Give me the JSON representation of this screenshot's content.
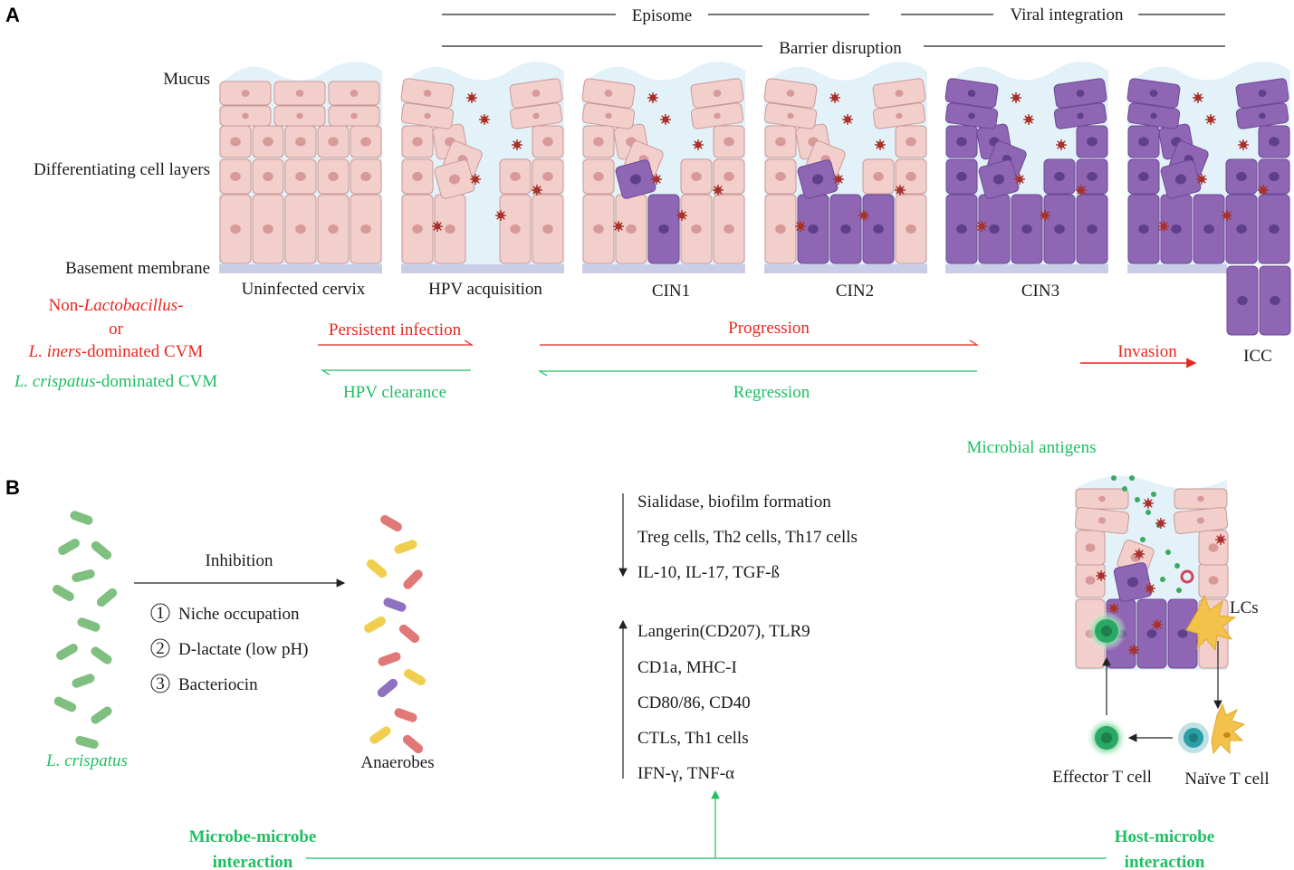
{
  "panel_a": {
    "label": "A",
    "top_bars": {
      "episome": "Episome",
      "viral_integration": "Viral integration",
      "barrier_disruption": "Barrier disruption"
    },
    "layer_labels": {
      "mucus": "Mucus",
      "differentiating": "Differentiating cell layers",
      "basement": "Basement membrane"
    },
    "stages": [
      "Uninfected cervix",
      "HPV acquisition",
      "CIN1",
      "CIN2",
      "CIN3",
      "ICC"
    ],
    "legend": {
      "non_lacto_prefix": "Non-",
      "non_lacto_italic": "Lactobacillus",
      "non_lacto_suffix": "-",
      "or": "or",
      "iners_italic": "L. iners",
      "iners_suffix": "-dominated CVM",
      "crispatus_italic": "L. crispatus",
      "crispatus_suffix": "-dominated CVM"
    },
    "arrows": {
      "persistent": "Persistent infection",
      "clearance": "HPV clearance",
      "progression": "Progression",
      "regression": "Regression",
      "invasion": "Invasion"
    },
    "colors": {
      "normal_cell": "#f3cfcc",
      "infected_cell": "#8e66b4",
      "mucus": "#e3f1f8",
      "membrane": "#c9cde8",
      "virus": "#a8322b",
      "red": "#e8281e",
      "green": "#1fbf63"
    }
  },
  "panel_b": {
    "label": "B",
    "microbial_antigens": "Microbial antigens",
    "inhibition": "Inhibition",
    "mechanisms": [
      {
        "num": "1",
        "text": "Niche occupation"
      },
      {
        "num": "2",
        "text": "D-lactate (low pH)"
      },
      {
        "num": "3",
        "text": "Bacteriocin"
      }
    ],
    "crispatus_label": "L. crispatus",
    "anaerobes_label": "Anaerobes",
    "down_list": [
      "Sialidase, biofilm formation",
      "Treg cells, Th2 cells, Th17 cells",
      "IL-10, IL-17, TGF-ß"
    ],
    "up_list": [
      "Langerin(CD207), TLR9",
      "CD1a, MHC-I",
      "CD80/86, CD40",
      "CTLs, Th1 cells",
      "IFN-γ, TNF-α"
    ],
    "lcs": "LCs",
    "effector": "Effector T cell",
    "naive": "Naïve T cell",
    "microbe_microbe": [
      "Microbe-microbe",
      "interaction"
    ],
    "host_microbe": [
      "Host-microbe",
      "interaction"
    ]
  }
}
